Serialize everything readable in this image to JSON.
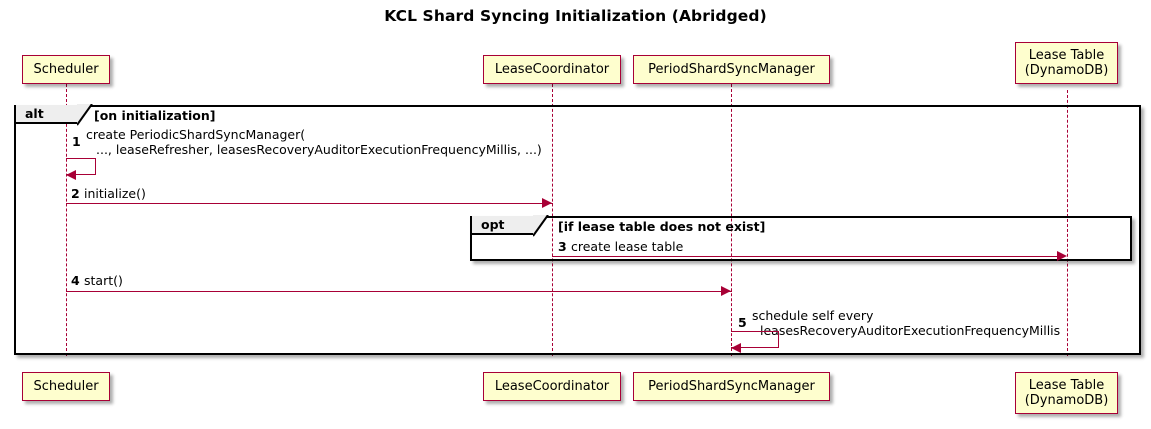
{
  "title": "KCL Shard Syncing Initialization (Abridged)",
  "colors": {
    "participant_fill": "#FEFECE",
    "participant_border": "#A80036",
    "arrow": "#A80036",
    "fragment_border": "#000000",
    "fragment_tab_fill": "#EEEEEE",
    "background": "#FFFFFF",
    "text": "#000000"
  },
  "participants": [
    {
      "id": "scheduler",
      "label": "Scheduler"
    },
    {
      "id": "lease-coordinator",
      "label": "LeaseCoordinator"
    },
    {
      "id": "period-shard-sync-manager",
      "label": "PeriodShardSyncManager"
    },
    {
      "id": "lease-table",
      "label": "Lease Table\n(DynamoDB)"
    }
  ],
  "fragments": [
    {
      "id": "alt",
      "keyword": "alt",
      "guard": "[on initialization]"
    },
    {
      "id": "opt",
      "keyword": "opt",
      "guard": "[if lease table does not exist]"
    }
  ],
  "messages": [
    {
      "number": "1",
      "from": "scheduler",
      "to": "scheduler",
      "kind": "self",
      "text_line1": "create PeriodicShardSyncManager(",
      "text_line2": "..., leaseRefresher, leasesRecoveryAuditorExecutionFrequencyMillis, ...)"
    },
    {
      "number": "2",
      "from": "scheduler",
      "to": "lease-coordinator",
      "kind": "sync",
      "text_line1": "initialize()",
      "text_line2": ""
    },
    {
      "number": "3",
      "from": "lease-coordinator",
      "to": "lease-table",
      "kind": "sync",
      "text_line1": "create lease table",
      "text_line2": ""
    },
    {
      "number": "4",
      "from": "scheduler",
      "to": "period-shard-sync-manager",
      "kind": "sync",
      "text_line1": "start()",
      "text_line2": ""
    },
    {
      "number": "5",
      "from": "period-shard-sync-manager",
      "to": "period-shard-sync-manager",
      "kind": "self",
      "text_line1": "schedule self every",
      "text_line2": "leasesRecoveryAuditorExecutionFrequencyMillis"
    }
  ]
}
